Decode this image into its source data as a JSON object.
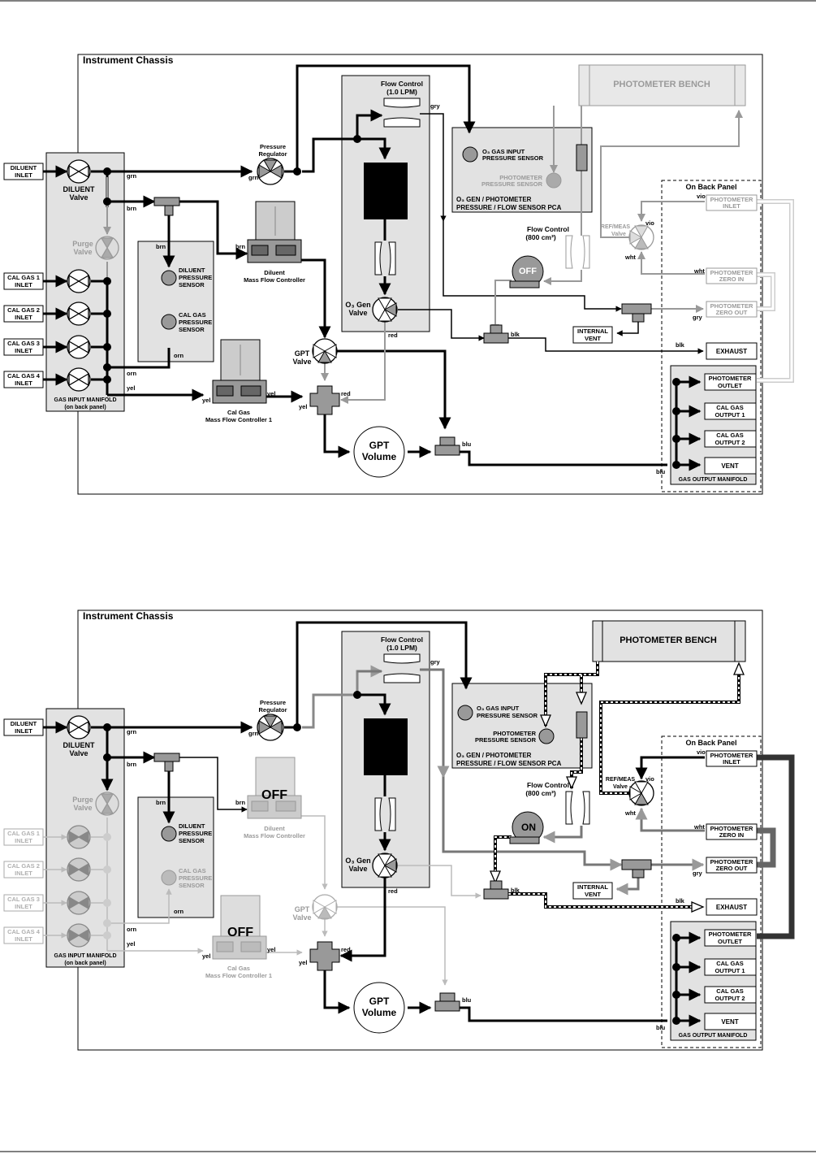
{
  "d1": {
    "chassis": "Instrument Chassis",
    "flow_control_1": "Flow Control",
    "flow_control_1_rate": "(1.0 LPM)",
    "photometer_bench": "PHOTOMETER BENCH",
    "pressure_regulator_1": "Pressure",
    "pressure_regulator_2": "Regulator",
    "diluent_inlet_1": "DILUENT",
    "diluent_inlet_2": "INLET",
    "diluent_valve_1": "DILUENT",
    "diluent_valve_2": "Valve",
    "purge_valve_1": "Purge",
    "purge_valve_2": "Valve",
    "cal_gas_1": "CAL GAS 1",
    "cal_gas_2": "CAL GAS 2",
    "cal_gas_3": "CAL GAS 3",
    "cal_gas_4": "CAL GAS 4",
    "inlet": "INLET",
    "diluent_pressure_sensor_1": "DILUENT",
    "diluent_pressure_sensor_2": "PRESSURE",
    "diluent_pressure_sensor_3": "SENSOR",
    "cal_gas_pressure_sensor_1": "CAL GAS",
    "cal_gas_pressure_sensor_2": "PRESSURE",
    "cal_gas_pressure_sensor_3": "SENSOR",
    "gas_input_manifold_1": "GAS INPUT MANIFOLD",
    "gas_input_manifold_2": "(on back panel)",
    "diluent_mfc_1": "Diluent",
    "diluent_mfc_2": "Mass Flow Controller",
    "cal_gas_mfc_1": "Cal Gas",
    "cal_gas_mfc_2": "Mass Flow Controller 1",
    "o3_input_sensor_1": "O₃ GAS INPUT",
    "o3_input_sensor_2": "PRESSURE SENSOR",
    "photometer_pressure_sensor_1": "PHOTOMETER",
    "photometer_pressure_sensor_2": "PRESSURE SENSOR",
    "pca_1": "O₃ GEN / PHOTOMETER",
    "pca_2": "PRESSURE / FLOW SENSOR PCA",
    "flow_control_2": "Flow Control",
    "flow_control_2_rate": "(800 cm³)",
    "pump_state": "OFF",
    "on_back_panel": "On Back Panel",
    "ref_meas_valve_1": "REF/MEAS",
    "ref_meas_valve_2": "Valve",
    "photometer_inlet_1": "PHOTOMETER",
    "photometer_inlet_2": "INLET",
    "photometer_zero_in_1": "PHOTOMETER",
    "photometer_zero_in_2": "ZERO IN",
    "photometer_zero_out_1": "PHOTOMETER",
    "photometer_zero_out_2": "ZERO OUT",
    "internal_vent_1": "INTERNAL",
    "internal_vent_2": "VENT",
    "exhaust": "EXHAUST",
    "photometer_outlet_1": "PHOTOMETER",
    "photometer_outlet_2": "OUTLET",
    "cal_gas_output_1a": "CAL GAS",
    "cal_gas_output_1b": "OUTPUT 1",
    "cal_gas_output_2a": "CAL GAS",
    "cal_gas_output_2b": "OUTPUT 2",
    "vent": "VENT",
    "gas_output_manifold": "GAS OUTPUT MANIFOLD",
    "o3_gen_valve_1": "O₃ Gen",
    "o3_gen_valve_2": "Valve",
    "gpt_valve_1": "GPT",
    "gpt_valve_2": "Valve",
    "gpt_volume_1": "GPT",
    "gpt_volume_2": "Volume",
    "lbl_grn": "grn",
    "lbl_brn": "brn",
    "lbl_orn": "orn",
    "lbl_yel": "yel",
    "lbl_red": "red",
    "lbl_blu": "blu",
    "lbl_gry": "gry",
    "lbl_blk": "blk",
    "lbl_vio": "vio",
    "lbl_wht": "wht"
  },
  "d2": {
    "chassis": "Instrument Chassis",
    "flow_control_1": "Flow Control",
    "flow_control_1_rate": "(1.0 LPM)",
    "photometer_bench": "PHOTOMETER BENCH",
    "pressure_regulator_1": "Pressure",
    "pressure_regulator_2": "Regulator",
    "diluent_inlet_1": "DILUENT",
    "diluent_inlet_2": "INLET",
    "diluent_valve_1": "DILUENT",
    "diluent_valve_2": "Valve",
    "purge_valve_1": "Purge",
    "purge_valve_2": "Valve",
    "cal_gas_1": "CAL GAS 1",
    "cal_gas_2": "CAL GAS 2",
    "cal_gas_3": "CAL GAS 3",
    "cal_gas_4": "CAL GAS 4",
    "inlet": "INLET",
    "diluent_pressure_sensor_1": "DILUENT",
    "diluent_pressure_sensor_2": "PRESSURE",
    "diluent_pressure_sensor_3": "SENSOR",
    "cal_gas_pressure_sensor_1": "CAL GAS",
    "cal_gas_pressure_sensor_2": "PRESSURE",
    "cal_gas_pressure_sensor_3": "SENSOR",
    "gas_input_manifold_1": "GAS INPUT MANIFOLD",
    "gas_input_manifold_2": "(on back panel)",
    "diluent_mfc_1": "Diluent",
    "diluent_mfc_2": "Mass Flow Controller",
    "diluent_mfc_state": "OFF",
    "cal_gas_mfc_1": "Cal Gas",
    "cal_gas_mfc_2": "Mass Flow Controller 1",
    "cal_gas_mfc_state": "OFF",
    "o3_input_sensor_1": "O₃ GAS INPUT",
    "o3_input_sensor_2": "PRESSURE SENSOR",
    "photometer_pressure_sensor_1": "PHOTOMETER",
    "photometer_pressure_sensor_2": "PRESSURE SENSOR",
    "pca_1": "O₃ GEN / PHOTOMETER",
    "pca_2": "PRESSURE / FLOW SENSOR PCA",
    "flow_control_2": "Flow Control",
    "flow_control_2_rate": "(800 cm³)",
    "pump_state": "ON",
    "on_back_panel": "On Back Panel",
    "ref_meas_valve_1": "REF/MEAS",
    "ref_meas_valve_2": "Valve",
    "photometer_inlet_1": "PHOTOMETER",
    "photometer_inlet_2": "INLET",
    "photometer_zero_in_1": "PHOTOMETER",
    "photometer_zero_in_2": "ZERO IN",
    "photometer_zero_out_1": "PHOTOMETER",
    "photometer_zero_out_2": "ZERO OUT",
    "internal_vent_1": "INTERNAL",
    "internal_vent_2": "VENT",
    "exhaust": "EXHAUST",
    "photometer_outlet_1": "PHOTOMETER",
    "photometer_outlet_2": "OUTLET",
    "cal_gas_output_1a": "CAL GAS",
    "cal_gas_output_1b": "OUTPUT 1",
    "cal_gas_output_2a": "CAL GAS",
    "cal_gas_output_2b": "OUTPUT 2",
    "vent": "VENT",
    "gas_output_manifold": "GAS OUTPUT MANIFOLD",
    "o3_gen_valve_1": "O₃ Gen",
    "o3_gen_valve_2": "Valve",
    "gpt_valve_1": "GPT",
    "gpt_valve_2": "Valve",
    "gpt_volume_1": "GPT",
    "gpt_volume_2": "Volume",
    "lbl_grn": "grn",
    "lbl_brn": "brn",
    "lbl_orn": "orn",
    "lbl_yel": "yel",
    "lbl_red": "red",
    "lbl_blu": "blu",
    "lbl_gry": "gry",
    "lbl_blk": "blk",
    "lbl_vio": "vio",
    "lbl_wht": "wht"
  },
  "colors": {
    "active_flow": "#000000",
    "inactive_flow": "#b0b0b0",
    "grey_flow": "#808080",
    "panel_fill": "#e2e2e2",
    "component_fill": "#999999"
  }
}
